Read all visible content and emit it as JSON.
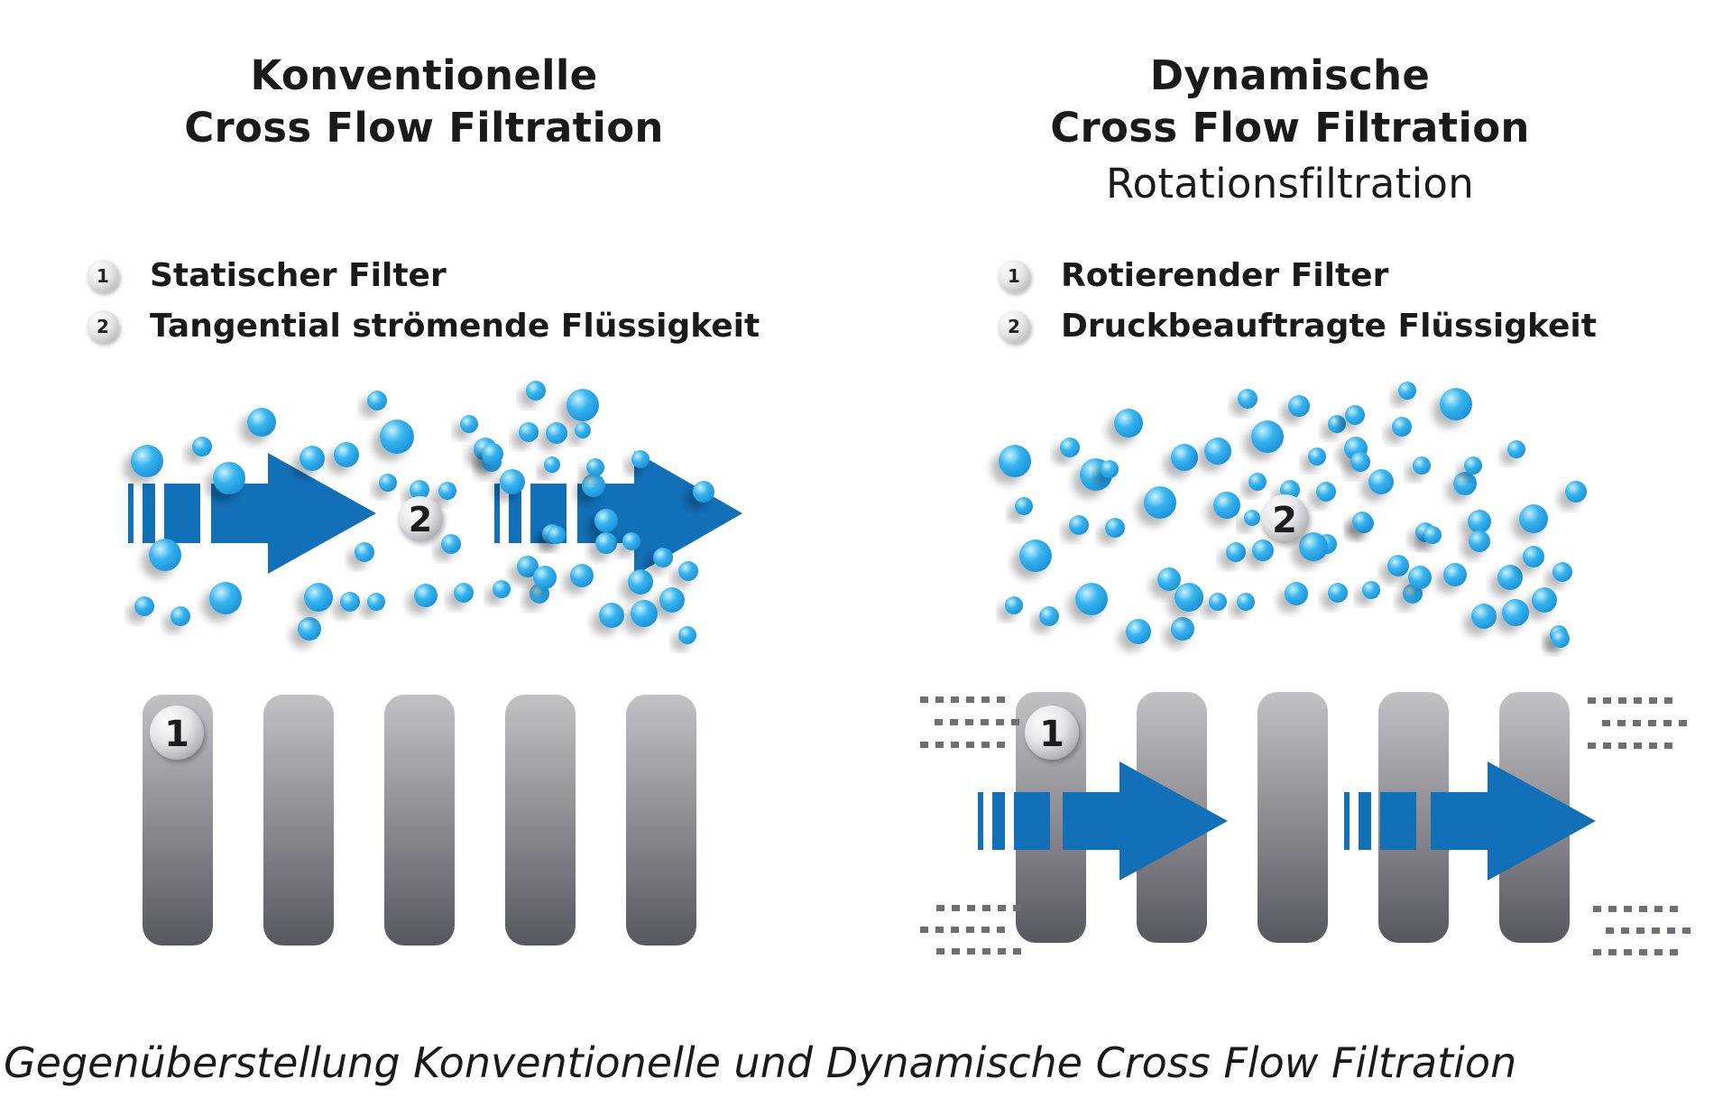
{
  "left": {
    "title_line1": "Konventionelle",
    "title_line2": "Cross Flow Filtration",
    "legend": [
      {
        "num": "1",
        "label": "Statischer Filter"
      },
      {
        "num": "2",
        "label": "Tangential strömende Flüssigkeit"
      }
    ],
    "fluid_marker": "2",
    "filter_marker": "1"
  },
  "right": {
    "title_line1": "Dynamische",
    "title_line2": "Cross Flow Filtration",
    "subtitle": "Rotationsfiltration",
    "legend": [
      {
        "num": "1",
        "label": "Rotierender Filter"
      },
      {
        "num": "2",
        "label": "Druckbeauftragte Flüssigkeit"
      }
    ],
    "fluid_marker": "2",
    "filter_marker": "1"
  },
  "caption": "Gegenüberstellung Konventionelle und Dynamische Cross Flow Filtration",
  "colors": {
    "arrow": "#1270b8",
    "particle": "#2aa8e8",
    "filter_top": "#bdbdc0",
    "filter_bottom": "#5c5c62",
    "motion_dash": "#6e6e74"
  }
}
